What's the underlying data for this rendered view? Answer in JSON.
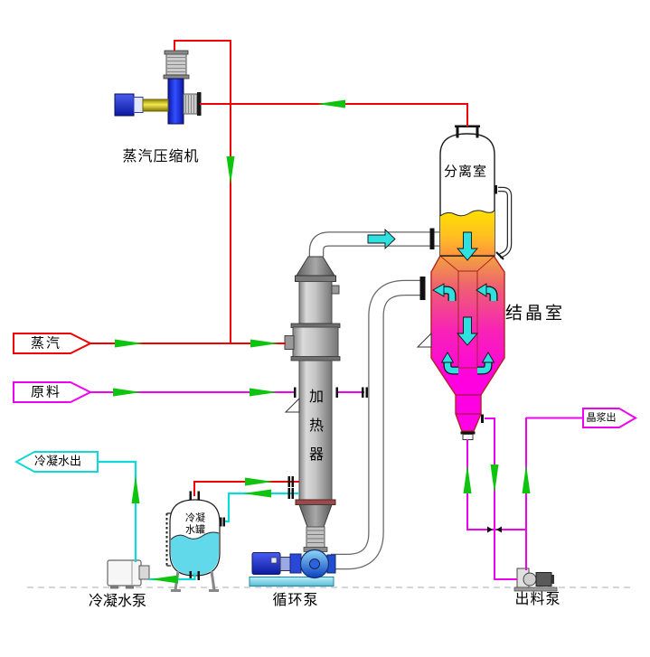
{
  "page": {
    "description": "MVR evaporation crystallization process flow diagram"
  },
  "colors": {
    "steam_line": "#f00000",
    "feed_line": "#f000f0",
    "condensate_line": "#0fd8d8",
    "flow_arrow": "#0ec40e",
    "internal_arrow": "#2ee0e0",
    "vessel_outline": "#b42222"
  },
  "labels": {
    "compressor": "蒸汽压缩机",
    "separator": "分离室",
    "crystallizer": "结晶室",
    "heater": [
      "加",
      "热",
      "器"
    ],
    "tank": [
      "冷凝",
      "水罐"
    ],
    "condensate_pump": "冷凝水泵",
    "circulation_pump": "循环泵",
    "discharge_pump": "出料泵",
    "steam_in": "蒸汽",
    "feed_in": "原料",
    "condensate_out": "冷凝水出",
    "slurry_out": "晶浆出"
  },
  "flows": [
    {
      "from": "分离室",
      "to": "蒸汽压缩机",
      "line": "red"
    },
    {
      "from": "蒸汽压缩机",
      "to": "蒸汽管线",
      "line": "red"
    },
    {
      "from": "蒸汽",
      "to": "加热器",
      "line": "red"
    },
    {
      "from": "原料",
      "to": "循环管",
      "line": "magenta"
    },
    {
      "from": "加热器",
      "to": "分离室",
      "line": "gray-pipe"
    },
    {
      "from": "分离室",
      "to": "结晶室",
      "line": "overflow-pipe"
    },
    {
      "from": "结晶室",
      "to": "循环泵",
      "line": "gray-pipe"
    },
    {
      "from": "冷凝水罐",
      "to": "加热器",
      "line": "red"
    },
    {
      "from": "加热器",
      "to": "冷凝水罐",
      "line": "cyan"
    },
    {
      "from": "冷凝水罐",
      "to": "冷凝水泵",
      "line": "cyan"
    },
    {
      "from": "冷凝水泵",
      "to": "冷凝水出",
      "line": "cyan"
    },
    {
      "from": "结晶室",
      "to": "出料泵",
      "line": "magenta"
    },
    {
      "from": "出料泵",
      "to": "晶浆出",
      "line": "magenta"
    },
    {
      "from": "出料泵",
      "to": "结晶室锥底",
      "line": "magenta"
    }
  ]
}
